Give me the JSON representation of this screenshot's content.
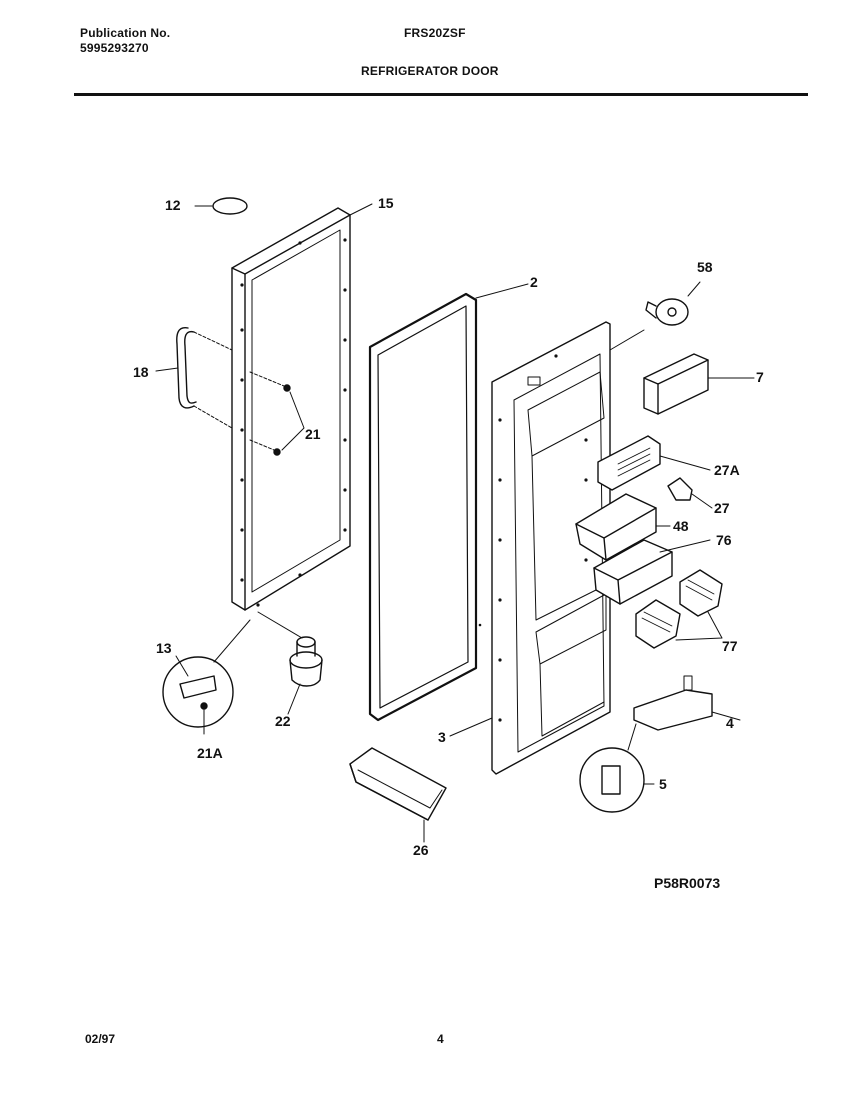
{
  "header": {
    "publication_label": "Publication No.",
    "publication_number": "5995293270",
    "model": "FRS20ZSF",
    "title": "REFRIGERATOR DOOR"
  },
  "callouts": {
    "c12": "12",
    "c15": "15",
    "c2": "2",
    "c58": "58",
    "c18": "18",
    "c21": "21",
    "c7": "7",
    "c27a": "27A",
    "c27": "27",
    "c48": "48",
    "c76": "76",
    "c77": "77",
    "c13": "13",
    "c22": "22",
    "c21a": "21A",
    "c3": "3",
    "c4": "4",
    "c5": "5",
    "c26": "26"
  },
  "drawing_code": "P58R0073",
  "footer": {
    "date": "02/97",
    "page": "4"
  }
}
